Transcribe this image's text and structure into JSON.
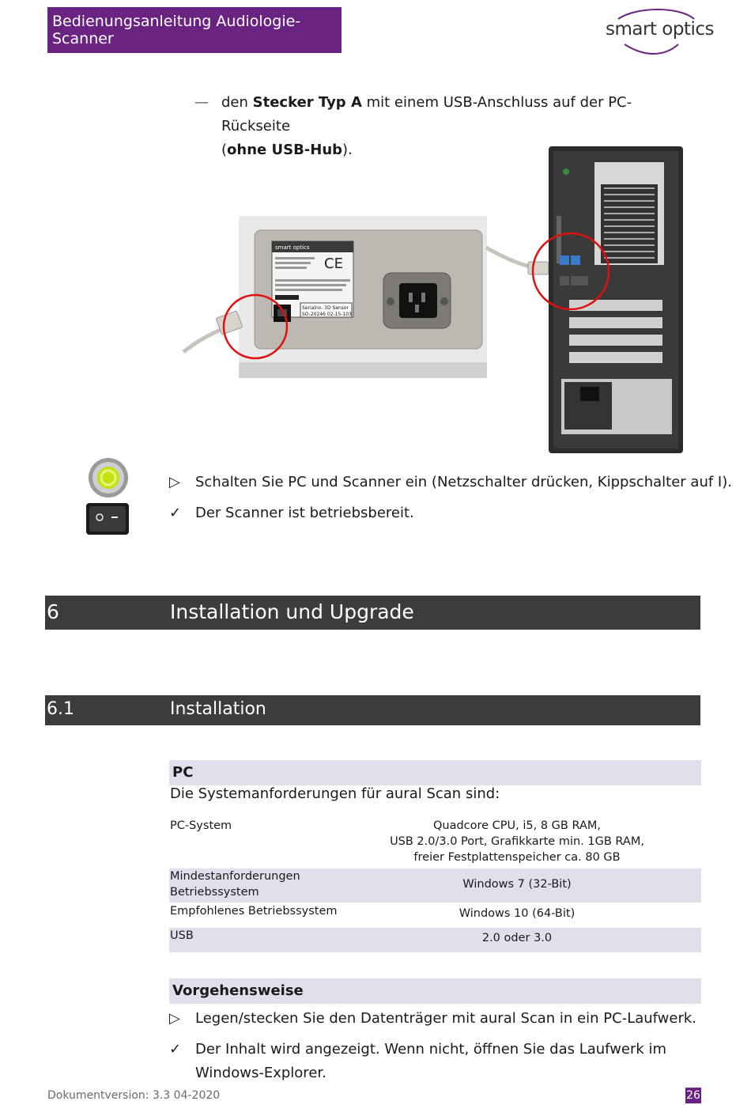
{
  "header": {
    "title": "Bedienungsanleitung Audiologie-Scanner",
    "logo_text": "smart optics"
  },
  "connection_item": {
    "dash": "—",
    "text_a": "den ",
    "bold_a": "Stecker Typ A",
    "text_b": " mit einem USB-Anschluss auf der PC-Rückseite",
    "text_c": "(",
    "bold_b": "ohne USB-Hub",
    "text_d": ")."
  },
  "photo_labels": {
    "brand": "smart optics",
    "serial_label": "Serialno. 3D Sensor",
    "serial_value": "SO-20246 02-15-103"
  },
  "steps_top": [
    {
      "symbol": "▷",
      "text": "Schalten Sie PC und Scanner ein (Netzschalter drücken, Kippschalter auf I)."
    },
    {
      "symbol": "✓",
      "text": "Der Scanner ist betriebsbereit."
    }
  ],
  "section": {
    "number": "6",
    "title": "Installation und Upgrade"
  },
  "subsection": {
    "number": "6.1",
    "title": "Installation"
  },
  "pc_block": {
    "heading": "PC",
    "intro": "Die Systemanforderungen für aural Scan sind:",
    "rows": [
      {
        "label": [
          "PC-System"
        ],
        "value": [
          "Quadcore CPU, i5, 8 GB RAM,",
          "USB 2.0/3.0 Port, Grafikkarte min. 1GB RAM,",
          "freier Festplattenspeicher ca. 80 GB"
        ]
      },
      {
        "label": [
          "Mindestanforderungen",
          "Betriebssystem"
        ],
        "value": [
          "Windows 7 (32-Bit)"
        ]
      },
      {
        "label": [
          "Empfohlenes Betriebssystem"
        ],
        "value": [
          "Windows 10 (64-Bit)"
        ]
      },
      {
        "label": [
          "USB"
        ],
        "value": [
          "2.0 oder 3.0"
        ]
      }
    ]
  },
  "procedure": {
    "heading": "Vorgehensweise",
    "steps": [
      {
        "symbol": "▷",
        "text": "Legen/stecken Sie den Datenträger mit aural Scan in ein PC-Laufwerk."
      },
      {
        "symbol": "✓",
        "text": "Der Inhalt wird angezeigt. Wenn nicht, öffnen Sie das Laufwerk im",
        "text2": "Windows-Explorer."
      }
    ]
  },
  "footer": {
    "version": "Dokumentversion: 3.3 04-2020",
    "page": "26"
  },
  "colors": {
    "brand_purple": "#6b2382",
    "heading_bar": "#3c3c3c",
    "table_shade": "#e0dfec"
  }
}
